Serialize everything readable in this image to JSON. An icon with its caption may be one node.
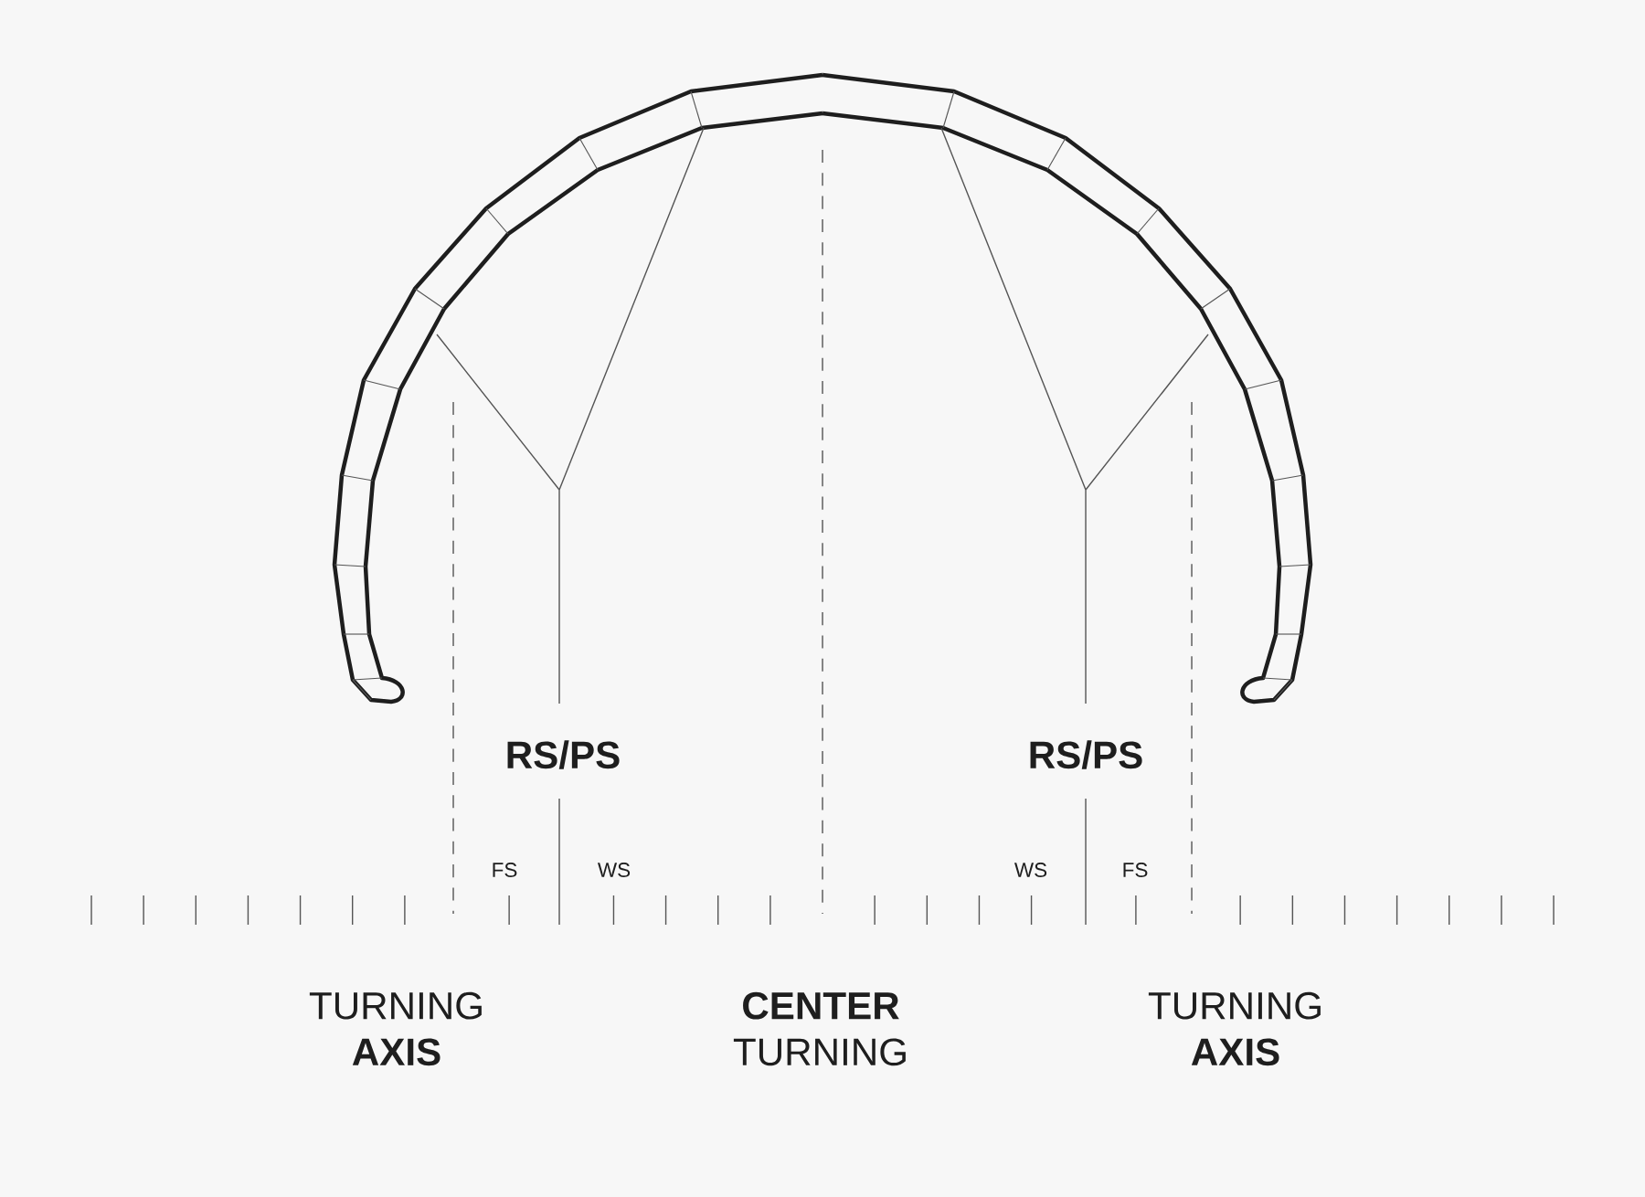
{
  "diagram": {
    "labels": [
      "RS/PS",
      "RS/PS",
      "FS",
      "WS",
      "WS",
      "FS",
      "TURNING **AXIS**",
      "**CENTER** TURNING",
      "TURNING **AXIS**"
    ]
  }
}
